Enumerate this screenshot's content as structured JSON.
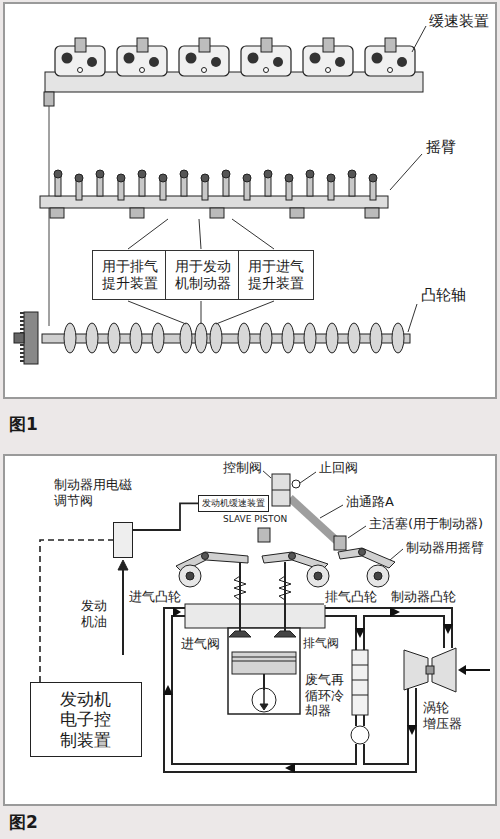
{
  "diagram": {
    "nodes": [
      {
        "text": [
          "用于排气 提升装置"
        ]
      },
      {
        "text": [
          "用于发动 机制动器"
        ]
      },
      {
        "text": [
          "用于进气 提升装置"
        ]
      },
      {
        "text": [
          "发动机缓速装置"
        ]
      },
      {
        "text": [
          "制动器用电磁 调节阀"
        ]
      },
      {
        "text": [
          "发动机 电子控 制装置"
        ]
      }
    ],
    "edges": [
      {
        "from": 4,
        "to": 3,
        "arrow": "none"
      },
      {
        "from": 5,
        "to": 4,
        "arrow": "none"
      }
    ],
    "labels": [
      "缓速装置",
      "摇臂",
      "凸轮轴",
      "图1",
      "控制阀",
      "止回阀",
      "油通路A",
      "SLAVE PISTON",
      "主活塞(用于制动器)",
      "制动器用摇臂",
      "进气凸轮",
      "排气凸轮",
      "制动器凸轮",
      "发动 机油",
      "进气阀",
      "排气阀",
      "废气再 循环冷 却器",
      "涡轮 增压器",
      "图2"
    ]
  }
}
